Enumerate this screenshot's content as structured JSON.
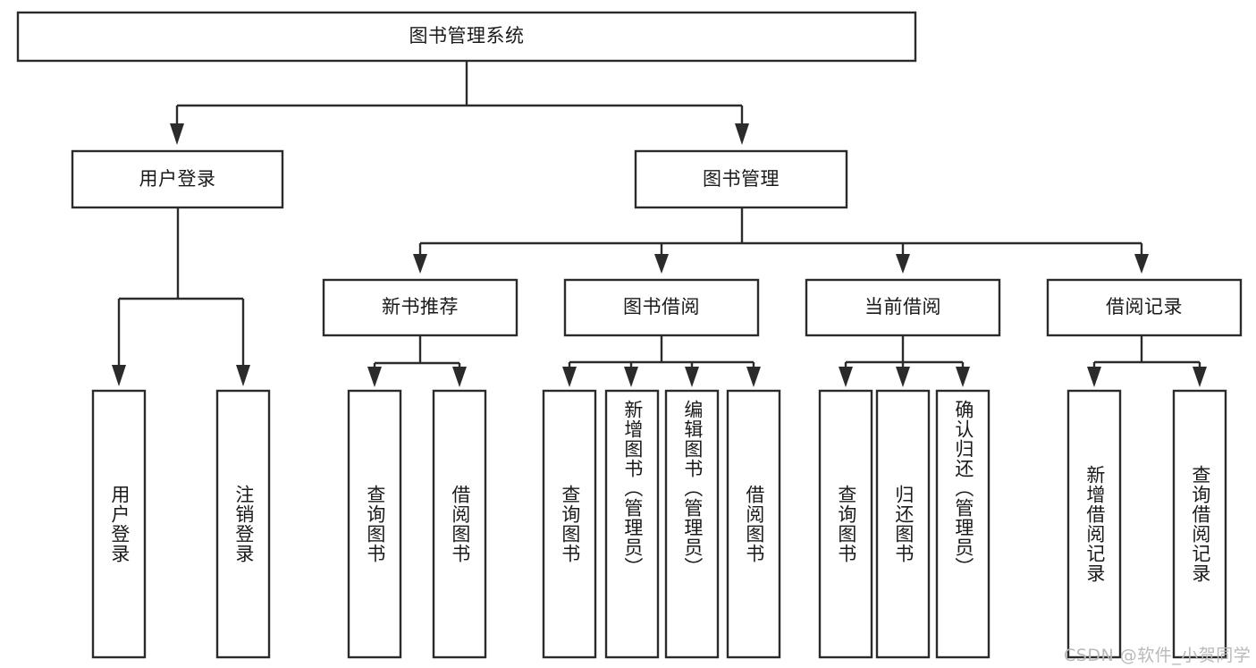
{
  "diagram": {
    "title": "图书管理系统",
    "type": "tree-hierarchy-diagram",
    "colors": {
      "stroke": "#2b2b2b",
      "box_fill": "#ffffff",
      "text": "#1a1a1a",
      "background": "#ffffff",
      "watermark": "#b9b9b9"
    },
    "root": {
      "label": "图书管理系统"
    },
    "level2": [
      {
        "label": "用户登录"
      },
      {
        "label": "图书管理"
      }
    ],
    "level3": [
      {
        "label": "新书推荐"
      },
      {
        "label": "图书借阅"
      },
      {
        "label": "当前借阅"
      },
      {
        "label": "借阅记录"
      }
    ],
    "leaves": {
      "user_login": [
        {
          "label": "用户登录"
        },
        {
          "label": "注销登录"
        }
      ],
      "new_book_recommend": [
        {
          "label": "查询图书"
        },
        {
          "label": "借阅图书"
        }
      ],
      "book_borrow": [
        {
          "label": "查询图书"
        },
        {
          "label": "新增图书（管理员）"
        },
        {
          "label": "编辑图书（管理员）"
        },
        {
          "label": "借阅图书"
        }
      ],
      "current_borrow": [
        {
          "label": "查询图书"
        },
        {
          "label": "归还图书"
        },
        {
          "label": "确认归还（管理员）"
        }
      ],
      "borrow_record": [
        {
          "label": "新增借阅记录"
        },
        {
          "label": "查询借阅记录"
        }
      ]
    },
    "watermark": "CSDN @软件_小贺同学"
  }
}
